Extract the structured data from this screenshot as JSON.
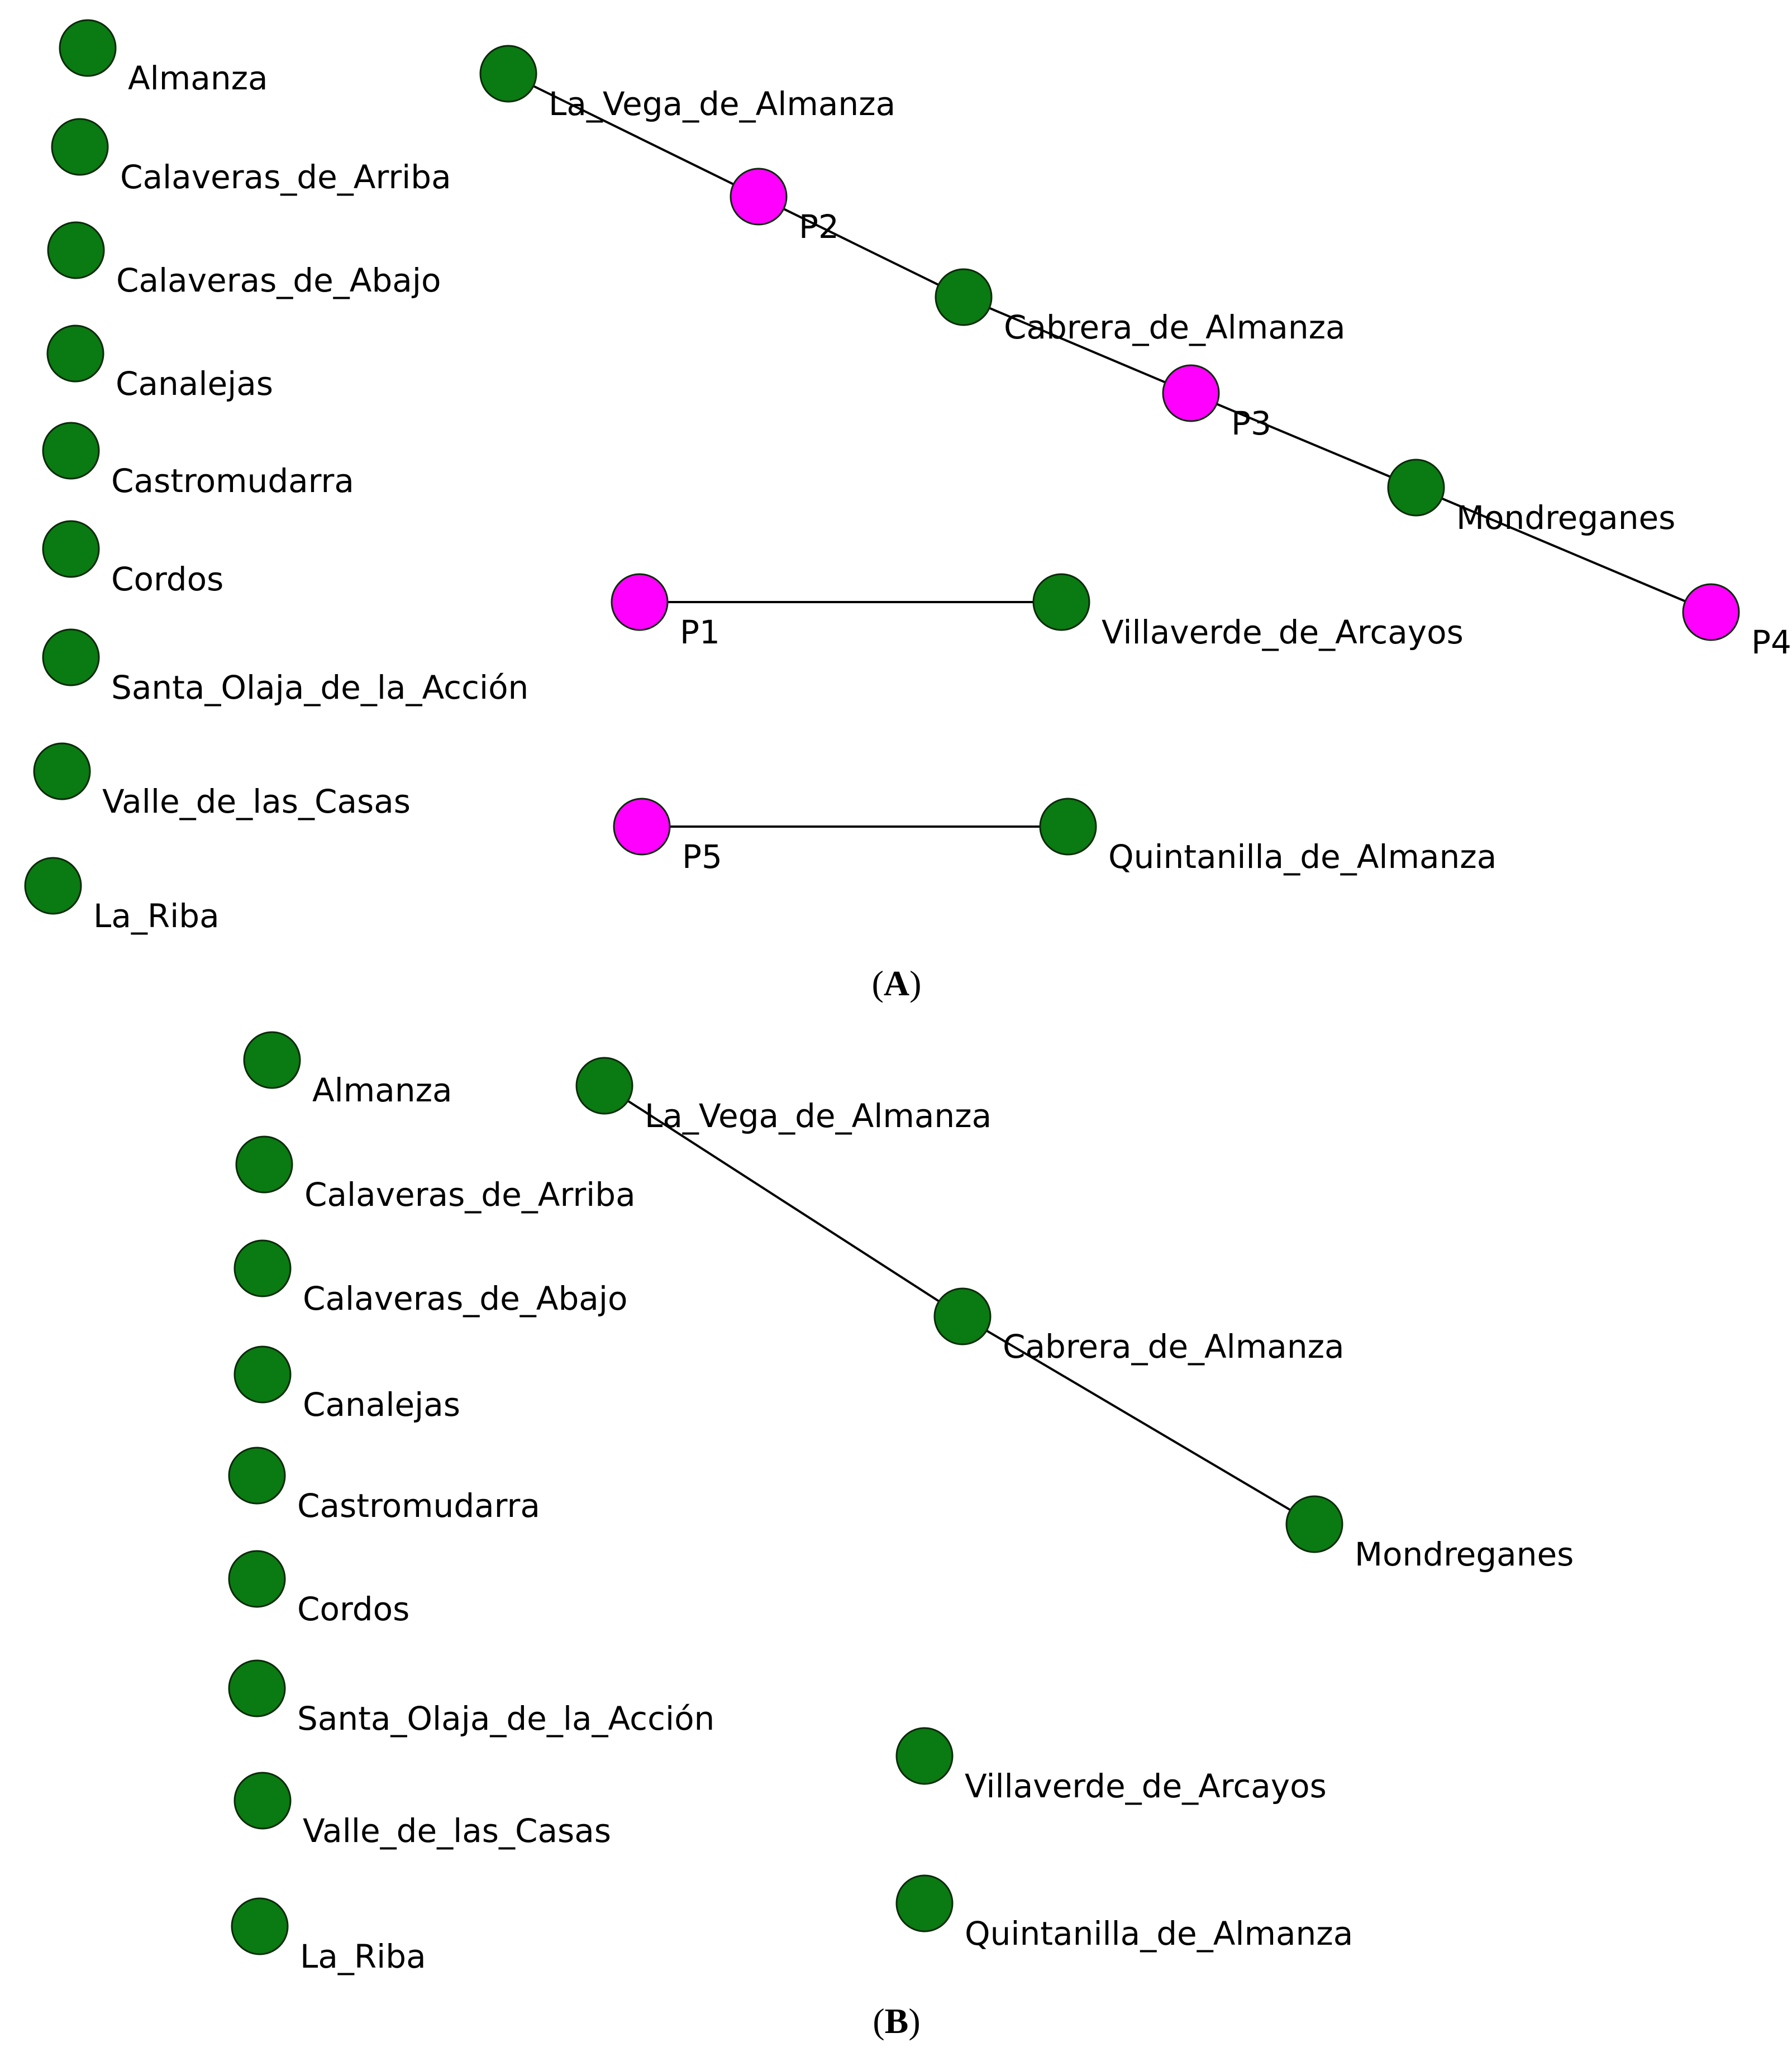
{
  "colors": {
    "village_node": "#0a7a12",
    "point_node": "#ff00ff",
    "edge": "#000000"
  },
  "panels": [
    {
      "id": "A",
      "caption": {
        "open": "(",
        "letter": "A",
        "close": ")"
      },
      "nodes": [
        {
          "id": "almanza",
          "label": "Almanza",
          "kind": "village"
        },
        {
          "id": "calaveras_arriba",
          "label": "Calaveras_de_Arriba",
          "kind": "village"
        },
        {
          "id": "calaveras_abajo",
          "label": "Calaveras_de_Abajo",
          "kind": "village"
        },
        {
          "id": "canalejas",
          "label": "Canalejas",
          "kind": "village"
        },
        {
          "id": "castromudarra",
          "label": "Castromudarra",
          "kind": "village"
        },
        {
          "id": "cordos",
          "label": "Cordos",
          "kind": "village"
        },
        {
          "id": "santa_olaja",
          "label": "Santa_Olaja_de_la_Acción",
          "kind": "village"
        },
        {
          "id": "valle_casas",
          "label": "Valle_de_las_Casas",
          "kind": "village"
        },
        {
          "id": "la_riba",
          "label": "La_Riba",
          "kind": "village"
        },
        {
          "id": "la_vega",
          "label": "La_Vega_de_Almanza",
          "kind": "village"
        },
        {
          "id": "p2",
          "label": "P2",
          "kind": "point"
        },
        {
          "id": "cabrera",
          "label": "Cabrera_de_Almanza",
          "kind": "village"
        },
        {
          "id": "p3",
          "label": "P3",
          "kind": "point"
        },
        {
          "id": "mondreganes",
          "label": "Mondreganes",
          "kind": "village"
        },
        {
          "id": "p4",
          "label": "P4",
          "kind": "point"
        },
        {
          "id": "p1",
          "label": "P1",
          "kind": "point"
        },
        {
          "id": "villaverde",
          "label": "Villaverde_de_Arcayos",
          "kind": "village"
        },
        {
          "id": "p5",
          "label": "P5",
          "kind": "point"
        },
        {
          "id": "quintanilla",
          "label": "Quintanilla_de_Almanza",
          "kind": "village"
        }
      ],
      "edges": [
        [
          "la_vega",
          "p2"
        ],
        [
          "p2",
          "cabrera"
        ],
        [
          "cabrera",
          "p3"
        ],
        [
          "p3",
          "mondreganes"
        ],
        [
          "mondreganes",
          "p4"
        ],
        [
          "p1",
          "villaverde"
        ],
        [
          "p5",
          "quintanilla"
        ]
      ]
    },
    {
      "id": "B",
      "caption": {
        "open": "(",
        "letter": "B",
        "close": ")"
      },
      "nodes": [
        {
          "id": "almanza",
          "label": "Almanza",
          "kind": "village"
        },
        {
          "id": "calaveras_arriba",
          "label": "Calaveras_de_Arriba",
          "kind": "village"
        },
        {
          "id": "calaveras_abajo",
          "label": "Calaveras_de_Abajo",
          "kind": "village"
        },
        {
          "id": "canalejas",
          "label": "Canalejas",
          "kind": "village"
        },
        {
          "id": "castromudarra",
          "label": "Castromudarra",
          "kind": "village"
        },
        {
          "id": "cordos",
          "label": "Cordos",
          "kind": "village"
        },
        {
          "id": "santa_olaja",
          "label": "Santa_Olaja_de_la_Acción",
          "kind": "village"
        },
        {
          "id": "valle_casas",
          "label": "Valle_de_las_Casas",
          "kind": "village"
        },
        {
          "id": "la_riba",
          "label": "La_Riba",
          "kind": "village"
        },
        {
          "id": "la_vega",
          "label": "La_Vega_de_Almanza",
          "kind": "village"
        },
        {
          "id": "cabrera",
          "label": "Cabrera_de_Almanza",
          "kind": "village"
        },
        {
          "id": "mondreganes",
          "label": "Mondreganes",
          "kind": "village"
        },
        {
          "id": "villaverde",
          "label": "Villaverde_de_Arcayos",
          "kind": "village"
        },
        {
          "id": "quintanilla",
          "label": "Quintanilla_de_Almanza",
          "kind": "village"
        }
      ],
      "edges": [
        [
          "la_vega",
          "cabrera"
        ],
        [
          "cabrera",
          "mondreganes"
        ]
      ]
    }
  ]
}
